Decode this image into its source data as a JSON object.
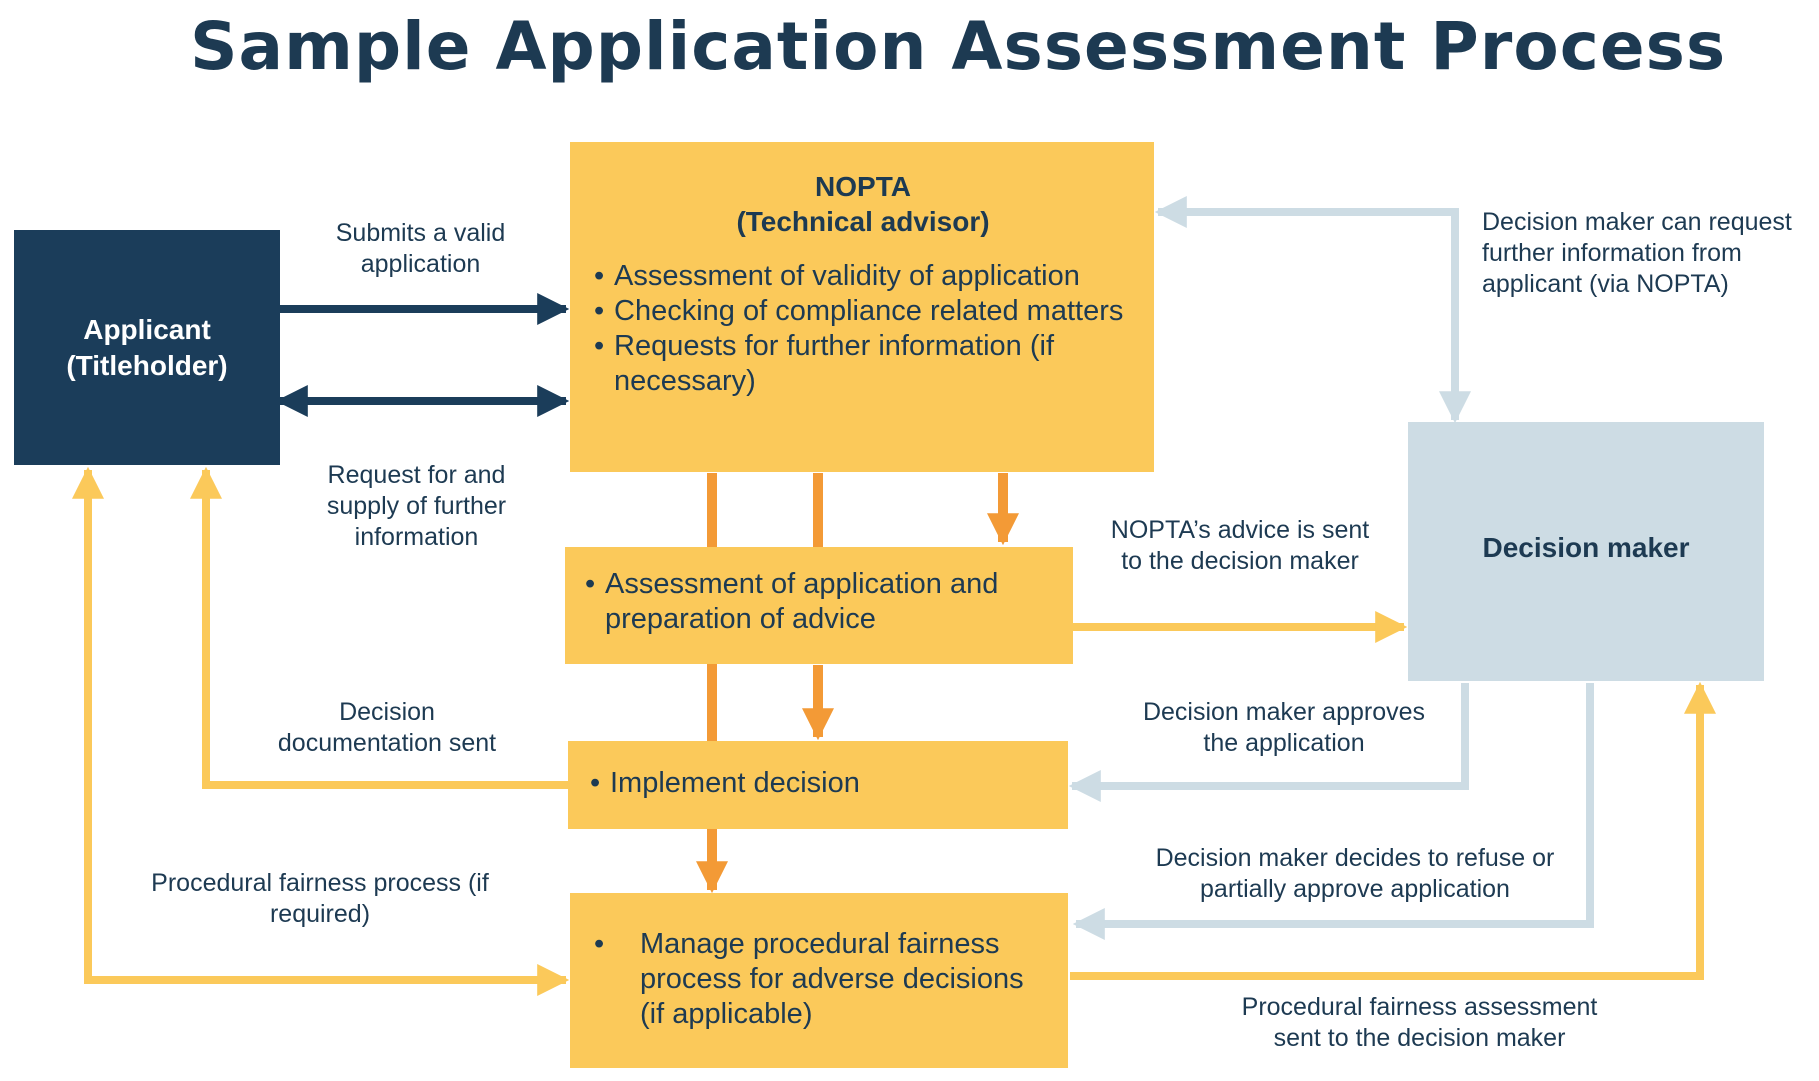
{
  "title": "Sample Application Assessment Process",
  "colors": {
    "navy": "#1b3d5a",
    "yellow_box": "#fbc95a",
    "orange_arrow": "#f39a36",
    "yellow_arrow": "#fbc95a",
    "grey_box": "#cddce4",
    "grey_arrow": "#cddce4",
    "text": "#1d3a52"
  },
  "applicant": {
    "line1": "Applicant",
    "line2": "(Titleholder)"
  },
  "nopta": {
    "line1": "NOPTA",
    "line2": "(Technical advisor)",
    "bullets": [
      "Assessment of validity of application",
      "Checking of compliance related matters",
      "Requests for further information (if necessary)"
    ]
  },
  "assessment_box": {
    "bullet": "Assessment of application and preparation of advice"
  },
  "implement_box": {
    "bullet": "Implement decision"
  },
  "fairness_box": {
    "bullet": "Manage procedural fairness process for adverse decisions (if applicable)"
  },
  "decision_maker": {
    "title": "Decision maker"
  },
  "labels": {
    "submits": "Submits a valid application",
    "request_supply": "Request for and supply of further information",
    "dm_request": "Decision maker can request further information from applicant (via NOPTA)",
    "advice_sent": "NOPTA’s advice is sent to the decision maker",
    "decision_doc": "Decision documentation sent",
    "dm_approves": "Decision maker approves the application",
    "dm_refuses": "Decision maker decides to refuse or partially approve application",
    "pf_process": "Procedural fairness process (if required)",
    "pf_assessment": "Procedural fairness assessment sent to the decision maker"
  }
}
